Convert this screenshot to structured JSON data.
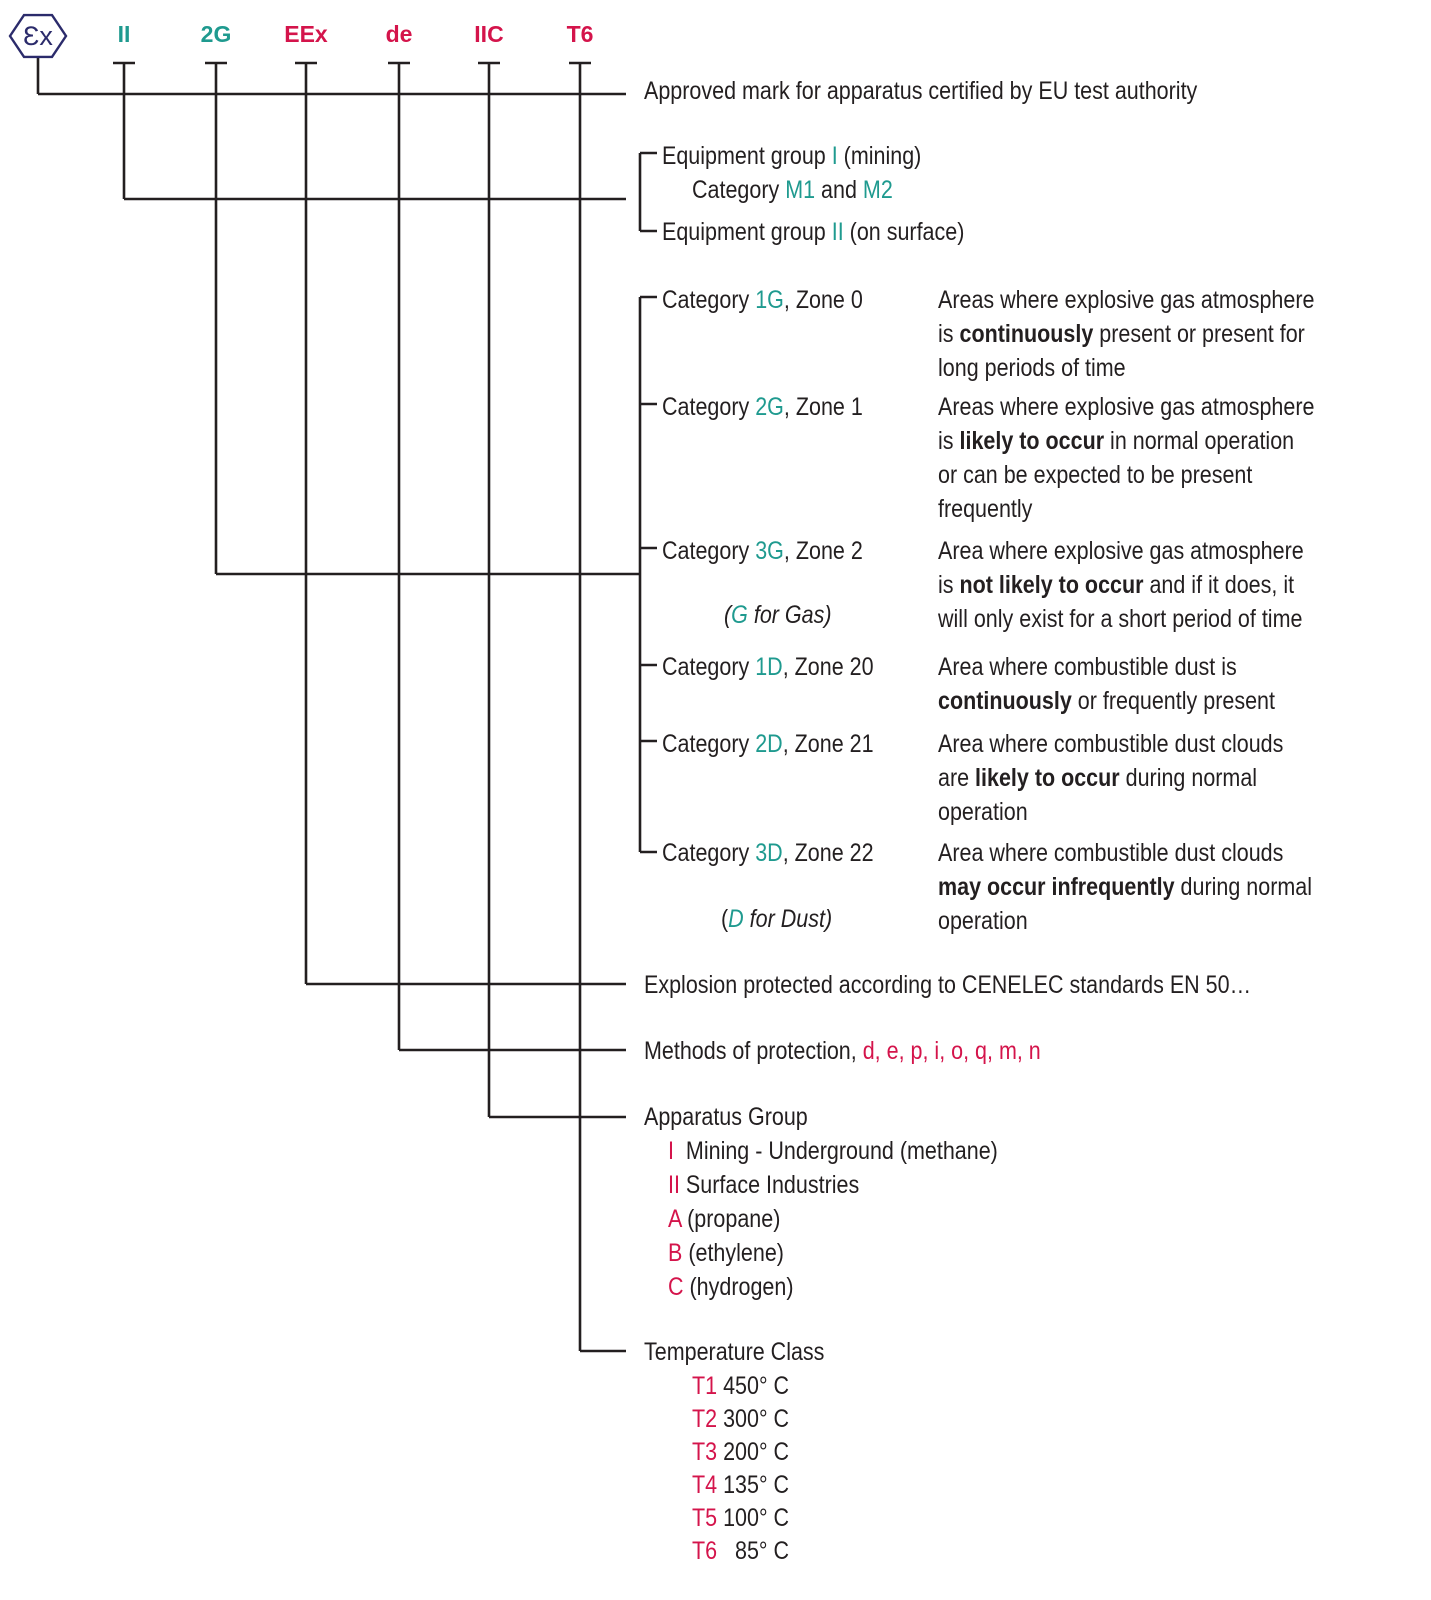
{
  "colors": {
    "teal": "#1f9a8f",
    "crimson": "#d4144b",
    "line": "#231f20",
    "logo": "#2b2b6b"
  },
  "logo": {
    "text": "Ɛx",
    "icon": "ex-hexagon-icon"
  },
  "codes": [
    {
      "text": "II",
      "color": "teal"
    },
    {
      "text": "2G",
      "color": "teal"
    },
    {
      "text": "EEx",
      "color": "crimson"
    },
    {
      "text": "de",
      "color": "crimson"
    },
    {
      "text": "IIC",
      "color": "crimson"
    },
    {
      "text": "T6",
      "color": "crimson"
    }
  ],
  "approved": "Approved mark for apparatus certified by EU test authority",
  "equipment": {
    "g1_pre": "Equipment group ",
    "g1_val": "I",
    "g1_post": " (mining)",
    "cat_pre": "Category ",
    "cat_m1": "M1",
    "cat_and": " and ",
    "cat_m2": "M2",
    "g2_pre": "Equipment group ",
    "g2_val": "II",
    "g2_post": " (on surface)"
  },
  "categories": [
    {
      "pre": "Category ",
      "code": "1G",
      "zone": ", Zone 0",
      "desc": [
        [
          "Areas where explosive gas atmosphere"
        ],
        [
          "is ",
          "*continuously",
          " present or present for"
        ],
        [
          "long periods of time"
        ]
      ]
    },
    {
      "pre": "Category ",
      "code": "2G",
      "zone": ", Zone 1",
      "desc": [
        [
          "Areas where explosive gas atmosphere"
        ],
        [
          "is ",
          "*likely to occur",
          " in normal operation"
        ],
        [
          "or can be expected to be present"
        ],
        [
          "frequently"
        ]
      ]
    },
    {
      "pre": "Category ",
      "code": "3G",
      "zone": ", Zone 2",
      "desc": [
        [
          "Area where explosive gas atmosphere"
        ],
        [
          "is ",
          "*not likely to occur",
          " and if it does, it"
        ],
        [
          "will only exist for a short period of time"
        ]
      ]
    },
    {
      "pre": "Category ",
      "code": "1D",
      "zone": ", Zone 20",
      "desc": [
        [
          "Area where combustible dust is"
        ],
        [
          "*continuously",
          " or frequently present"
        ]
      ]
    },
    {
      "pre": "Category ",
      "code": "2D",
      "zone": ", Zone 21",
      "desc": [
        [
          "Area where combustible dust clouds"
        ],
        [
          "are ",
          "*likely to occur",
          " during normal"
        ],
        [
          "operation"
        ]
      ]
    },
    {
      "pre": "Category ",
      "code": "3D",
      "zone": ", Zone 22",
      "desc": [
        [
          "Area where combustible dust clouds"
        ],
        [
          "*may occur infrequently",
          " during normal"
        ],
        [
          "operation"
        ]
      ]
    }
  ],
  "gas_note": {
    "open": "(",
    "letter": "G",
    "rest": " for Gas)"
  },
  "dust_note": {
    "open": "(",
    "letter": "D",
    "rest": " for Dust)"
  },
  "explosion": "Explosion protected according to CENELEC standards EN 50…",
  "methods": {
    "label": "Methods of protection, ",
    "values": "d, e, p, i, o, q, m, n"
  },
  "apparatus": {
    "title": "Apparatus Group",
    "items": [
      {
        "code": "I",
        "text": "  Mining - Underground (methane)"
      },
      {
        "code": "II",
        "text": " Surface Industries"
      },
      {
        "code": "A",
        "text": " (propane)"
      },
      {
        "code": "B",
        "text": " (ethylene)"
      },
      {
        "code": "C",
        "text": " (hydrogen)"
      }
    ]
  },
  "temperature": {
    "title": "Temperature Class",
    "items": [
      {
        "code": "T1",
        "value": " 450° C"
      },
      {
        "code": "T2",
        "value": " 300° C"
      },
      {
        "code": "T3",
        "value": " 200° C"
      },
      {
        "code": "T4",
        "value": " 135° C"
      },
      {
        "code": "T5",
        "value": " 100° C"
      },
      {
        "code": "T6",
        "value": "   85° C"
      }
    ]
  }
}
